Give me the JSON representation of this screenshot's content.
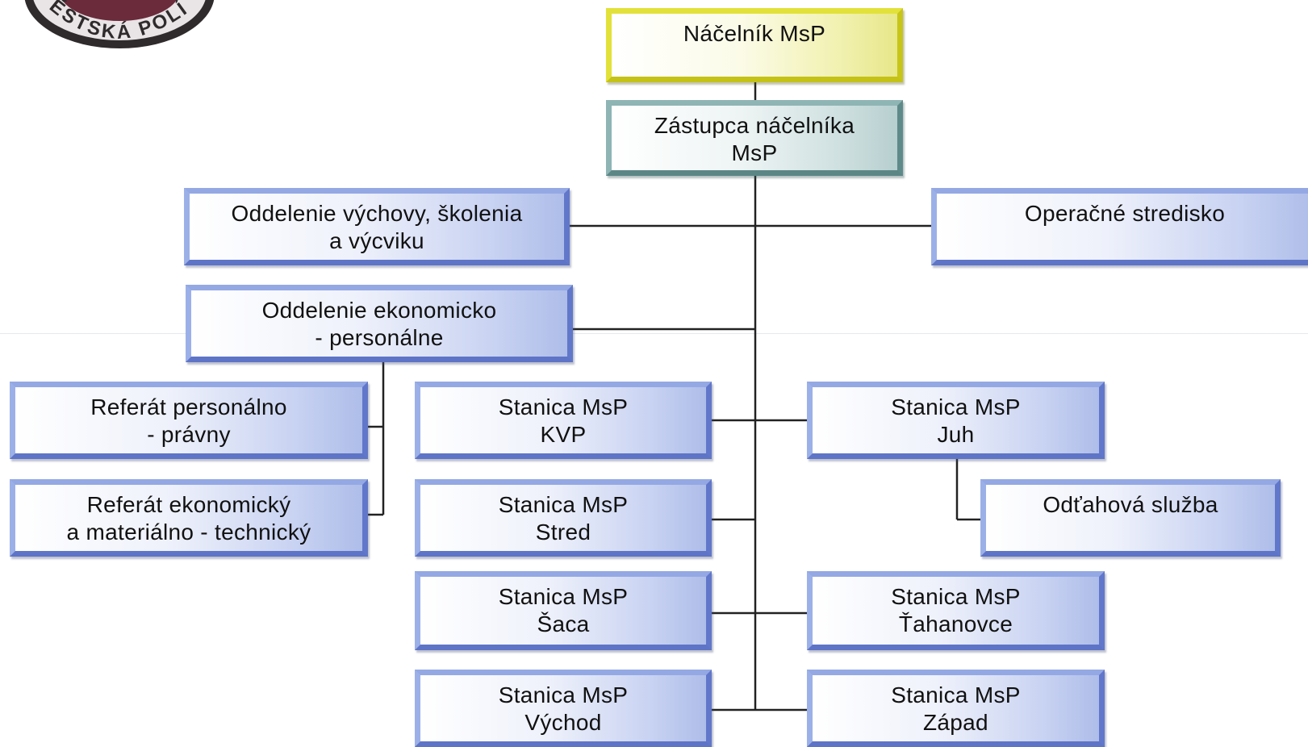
{
  "logo": {
    "text": "ĚSTSKÁ POLÍCIA",
    "colors": {
      "outer": "#2f2a2b",
      "ring": "#e9e4e6",
      "inner": "#6b2b3b"
    }
  },
  "org_chart": {
    "head": {
      "label": "Náčelník MsP"
    },
    "deputy": {
      "label": "Zástupca náčelníka\nMsP"
    },
    "departments": {
      "training": "Oddelenie  výchovy,  školenia\na výcviku",
      "operations": "Operačné stredisko",
      "economic": "Oddelenie  ekonomicko\n- personálne"
    },
    "referats": {
      "personnel_legal": "Referát personálno\n- právny",
      "economic_technical": "Referát ekonomický\na materiálno - technický"
    },
    "stations": {
      "kvp": "Stanica  MsP\nKVP",
      "juh": "Stanica MsP\nJuh",
      "stred": "Stanica MsP\nStred",
      "saca": "Stanica MsP\nŠaca",
      "tahanovce": "Stanica MsP\nŤahanovce",
      "vychod": "Stanica MsP\nVýchod",
      "zapad": "Stanica MsP\nZápad"
    },
    "services": {
      "towing": "Odťahová  služba"
    },
    "colors": {
      "head_fill": "#e2e13a",
      "deputy_fill": "#8fb4b4",
      "unit_fill": "#8197dd",
      "connector": "#222222"
    }
  }
}
